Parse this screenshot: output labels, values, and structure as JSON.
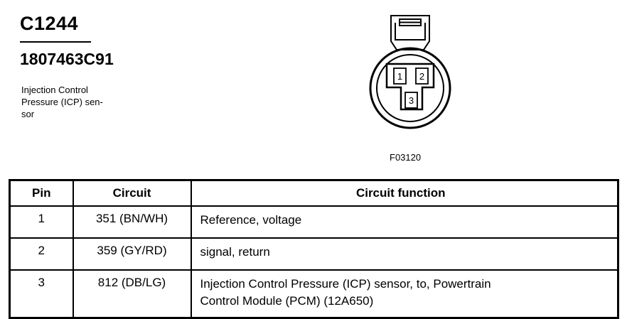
{
  "header": {
    "connector_id": "C1244",
    "part_number": "1807463C91",
    "description_lines": [
      "Injection Control",
      "Pressure (ICP) sen-",
      "sor"
    ]
  },
  "figure": {
    "code": "F03120",
    "pin_labels": [
      "1",
      "2",
      "3"
    ]
  },
  "table": {
    "headers": {
      "pin": "Pin",
      "circuit": "Circuit",
      "function": "Circuit function"
    },
    "rows": [
      {
        "pin": "1",
        "circuit": "351 (BN/WH)",
        "function": [
          "Reference, voltage"
        ]
      },
      {
        "pin": "2",
        "circuit": "359 (GY/RD)",
        "function": [
          "signal, return"
        ]
      },
      {
        "pin": "3",
        "circuit": "812 (DB/LG)",
        "function": [
          "Injection Control Pressure (ICP) sensor, to, Powertrain",
          "Control Module (PCM) (12A650)"
        ]
      }
    ]
  }
}
